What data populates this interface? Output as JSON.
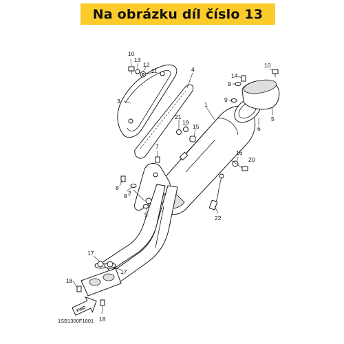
{
  "header": {
    "title": "Na obrázku díl číslo 13"
  },
  "diagram": {
    "labels": [
      "1",
      "2",
      "3",
      "4",
      "5",
      "6",
      "7",
      "8",
      "9",
      "10",
      "11",
      "12",
      "13",
      "14",
      "15",
      "16",
      "17",
      "18",
      "19",
      "20",
      "21",
      "22"
    ],
    "front_marker": "FWD",
    "code": "1SB1300F1001"
  },
  "colors": {
    "banner": "#fbcb2c",
    "line": "#1a1a1a",
    "background": "#ffffff"
  }
}
